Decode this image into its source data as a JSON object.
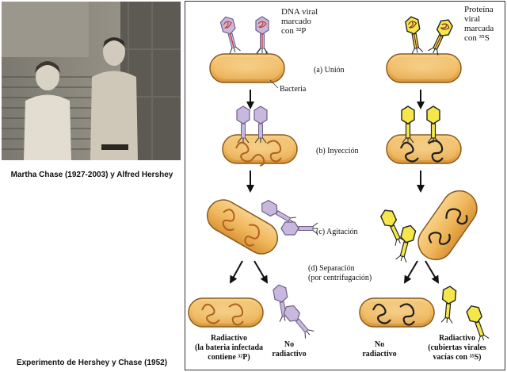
{
  "left": {
    "photo_caption": "Martha Chase (1927-2003)  y Alfred Hershey",
    "experiment_caption": "Experimento de Hershey  y Chase  (1952)"
  },
  "diagram": {
    "dna_label": [
      "DNA viral",
      "marcado",
      "con ³²P"
    ],
    "protein_label": [
      "Proteína",
      "viral",
      "marcada",
      "con ³⁵S"
    ],
    "bacteria_label": "Bacteria",
    "steps": {
      "a": "(a) Unión",
      "b": "(b) Inyección",
      "c": "(c) Agitación",
      "d": [
        "(d) Separación",
        "(por centrifugación)"
      ]
    },
    "results_left": {
      "radioactive": [
        "Radiactivo",
        "(la bateria infectada",
        "contiene ³²P)"
      ],
      "not_radioactive": [
        "No",
        "radiactivo"
      ]
    },
    "results_right": {
      "not_radioactive": [
        "No",
        "radiactivo"
      ],
      "radioactive": [
        "Radiactivo",
        "(cubiertas virales",
        "vacías con ³⁵S)"
      ]
    }
  },
  "colors": {
    "dna_phage": "#c9b8dd",
    "protein_phage": "#f5e64a",
    "bacteria_fill": "#f0b65a",
    "bacteria_inner": "#f7d89a",
    "dna_strand_left": "#d4893a",
    "dna_strand_right": "#1e1e1e"
  }
}
